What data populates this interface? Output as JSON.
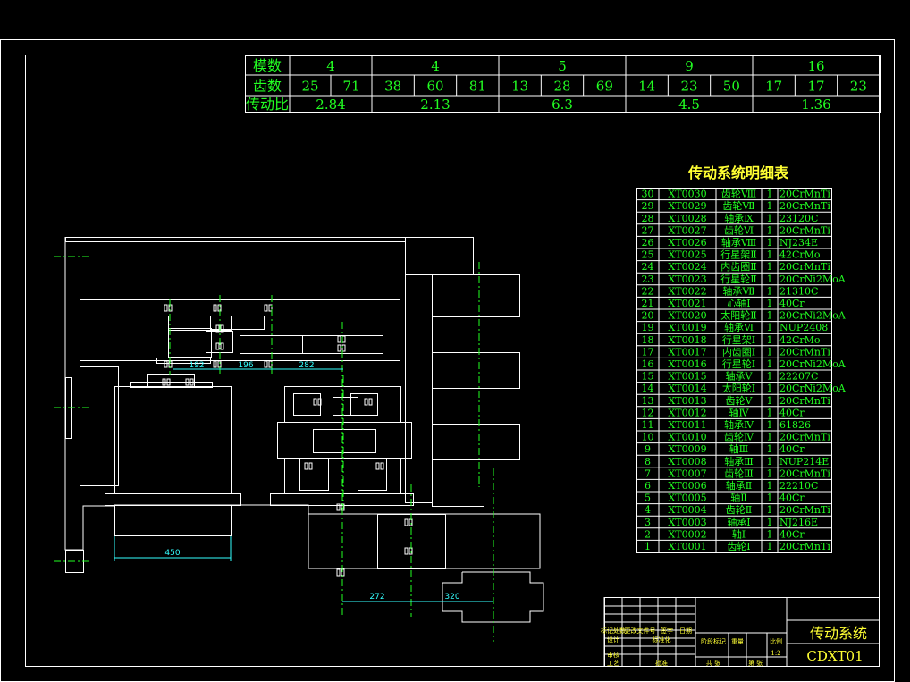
{
  "gear_table": {
    "row_labels": [
      "模数",
      "齿数",
      "传动比"
    ],
    "modules": [
      "4",
      "4",
      "5",
      "9",
      "16"
    ],
    "teeth": [
      [
        "25",
        "71"
      ],
      [
        "38",
        "60",
        "81"
      ],
      [
        "13",
        "28",
        "69"
      ],
      [
        "14",
        "23",
        "50"
      ],
      [
        "17",
        "17",
        "23"
      ]
    ],
    "ratios": [
      "2.84",
      "2.13",
      "6.3",
      "4.5",
      "1.36"
    ]
  },
  "parts_list": {
    "title": "传动系统明细表",
    "rows": [
      [
        "30",
        "XT0030",
        "齿轮Ⅷ",
        "1",
        "20CrMnTi"
      ],
      [
        "29",
        "XT0029",
        "齿轮Ⅶ",
        "1",
        "20CrMnTi"
      ],
      [
        "28",
        "XT0028",
        "轴承Ⅸ",
        "1",
        "23120C"
      ],
      [
        "27",
        "XT0027",
        "齿轮Ⅵ",
        "1",
        "20CrMnTi"
      ],
      [
        "26",
        "XT0026",
        "轴承Ⅷ",
        "1",
        "NJ234E"
      ],
      [
        "25",
        "XT0025",
        "行星架Ⅱ",
        "1",
        "42CrMo"
      ],
      [
        "24",
        "XT0024",
        "内齿圈Ⅱ",
        "1",
        "20CrMnTi"
      ],
      [
        "23",
        "XT0023",
        "行星轮Ⅱ",
        "1",
        "20CrNi2MoA"
      ],
      [
        "22",
        "XT0022",
        "轴承Ⅶ",
        "1",
        "21310C"
      ],
      [
        "21",
        "XT0021",
        "心轴Ⅰ",
        "1",
        "40Cr"
      ],
      [
        "20",
        "XT0020",
        "太阳轮Ⅱ",
        "1",
        "20CrNi2MoA"
      ],
      [
        "19",
        "XT0019",
        "轴承Ⅵ",
        "1",
        "NUP2408"
      ],
      [
        "18",
        "XT0018",
        "行星架Ⅰ",
        "1",
        "42CrMo"
      ],
      [
        "17",
        "XT0017",
        "内齿圈Ⅰ",
        "1",
        "20CrMnTi"
      ],
      [
        "16",
        "XT0016",
        "行星轮Ⅰ",
        "1",
        "20CrNi2MoA"
      ],
      [
        "15",
        "XT0015",
        "轴承Ⅴ",
        "1",
        "22207C"
      ],
      [
        "14",
        "XT0014",
        "太阳轮Ⅰ",
        "1",
        "20CrNi2MoA"
      ],
      [
        "13",
        "XT0013",
        "齿轮Ⅴ",
        "1",
        "20CrMnTi"
      ],
      [
        "12",
        "XT0012",
        "轴Ⅳ",
        "1",
        "40Cr"
      ],
      [
        "11",
        "XT0011",
        "轴承Ⅳ",
        "1",
        "61826"
      ],
      [
        "10",
        "XT0010",
        "齿轮Ⅳ",
        "1",
        "20CrMnTi"
      ],
      [
        "9",
        "XT0009",
        "轴Ⅲ",
        "1",
        "40Cr"
      ],
      [
        "8",
        "XT0008",
        "轴承Ⅲ",
        "1",
        "NUP214E"
      ],
      [
        "7",
        "XT0007",
        "齿轮Ⅲ",
        "1",
        "20CrMnTi"
      ],
      [
        "6",
        "XT0006",
        "轴承Ⅱ",
        "1",
        "22210C"
      ],
      [
        "5",
        "XT0005",
        "轴Ⅱ",
        "1",
        "40Cr"
      ],
      [
        "4",
        "XT0004",
        "齿轮Ⅱ",
        "1",
        "20CrMnTi"
      ],
      [
        "3",
        "XT0003",
        "轴承Ⅰ",
        "1",
        "NJ216E"
      ],
      [
        "2",
        "XT0002",
        "轴Ⅰ",
        "1",
        "40Cr"
      ],
      [
        "1",
        "XT0001",
        "齿轮Ⅰ",
        "1",
        "20CrMnTi"
      ]
    ]
  },
  "dimensions": {
    "d192": "192",
    "d196": "196",
    "d282": "282",
    "d450": "450",
    "d272": "272",
    "d320": "320"
  },
  "title_block": {
    "drawing_title": "传动系统",
    "drawing_number": "CDXT01",
    "cell_texts": [
      "标记处数",
      "更改文件号",
      "签字",
      "日期",
      "设计",
      "标准化",
      "阶段标记",
      "重量",
      "比例",
      "审核",
      "工艺",
      "批准",
      "共 张",
      "第 张",
      "1:2"
    ]
  },
  "colors": {
    "background": "#000000",
    "line": "#ffffff",
    "table_text": "#22ff22",
    "heading_text": "#ffff33",
    "dimension": "#33ffff",
    "centerline": "#22ff22"
  }
}
